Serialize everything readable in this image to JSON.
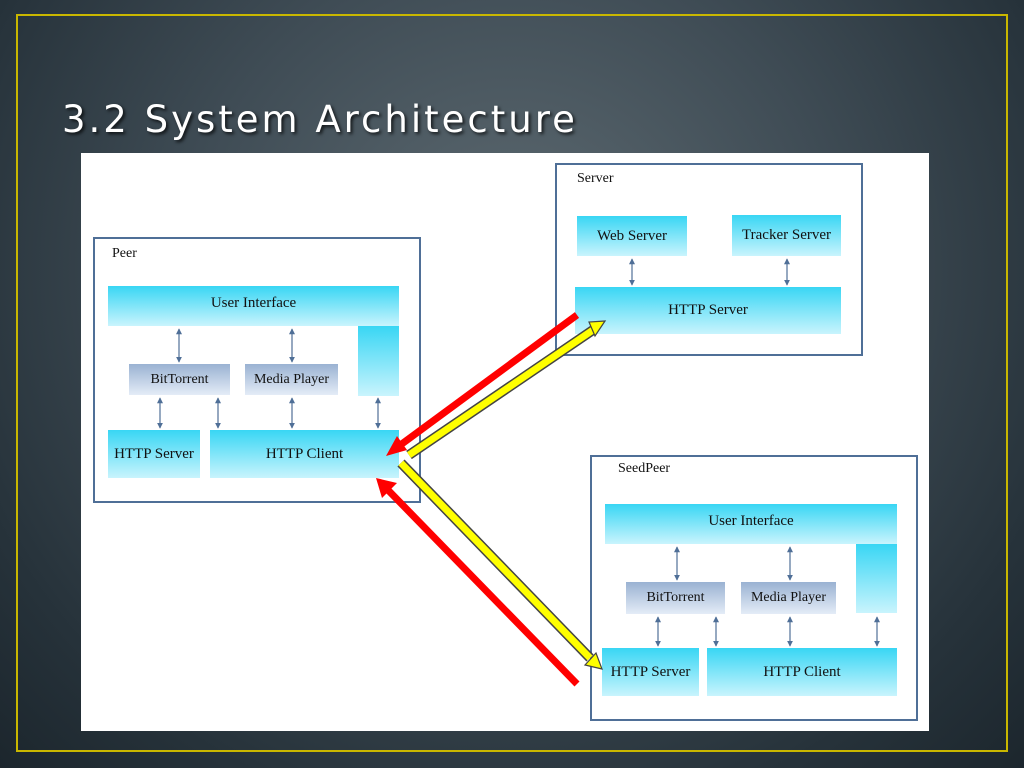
{
  "slide": {
    "title": "3.2 System Architecture"
  },
  "diagram": {
    "peer": {
      "label": "Peer",
      "user_interface": "User Interface",
      "bittorrent": "BitTorrent",
      "media_player": "Media Player",
      "http_server": "HTTP Server",
      "http_client": "HTTP Client"
    },
    "server": {
      "label": "Server",
      "web_server": "Web Server",
      "tracker_server": "Tracker Server",
      "http_server": "HTTP Server"
    },
    "seedpeer": {
      "label": "SeedPeer",
      "user_interface": "User Interface",
      "bittorrent": "BitTorrent",
      "media_player": "Media Player",
      "http_server": "HTTP Server",
      "http_client": "HTTP Client"
    },
    "colors": {
      "request_arrow": "#ffff00",
      "response_arrow": "#ff0000",
      "container_border": "#4f6f97",
      "component_fill": "#39d6f4",
      "module_fill": "#9ab2d2",
      "slide_border": "#c9b700"
    }
  }
}
